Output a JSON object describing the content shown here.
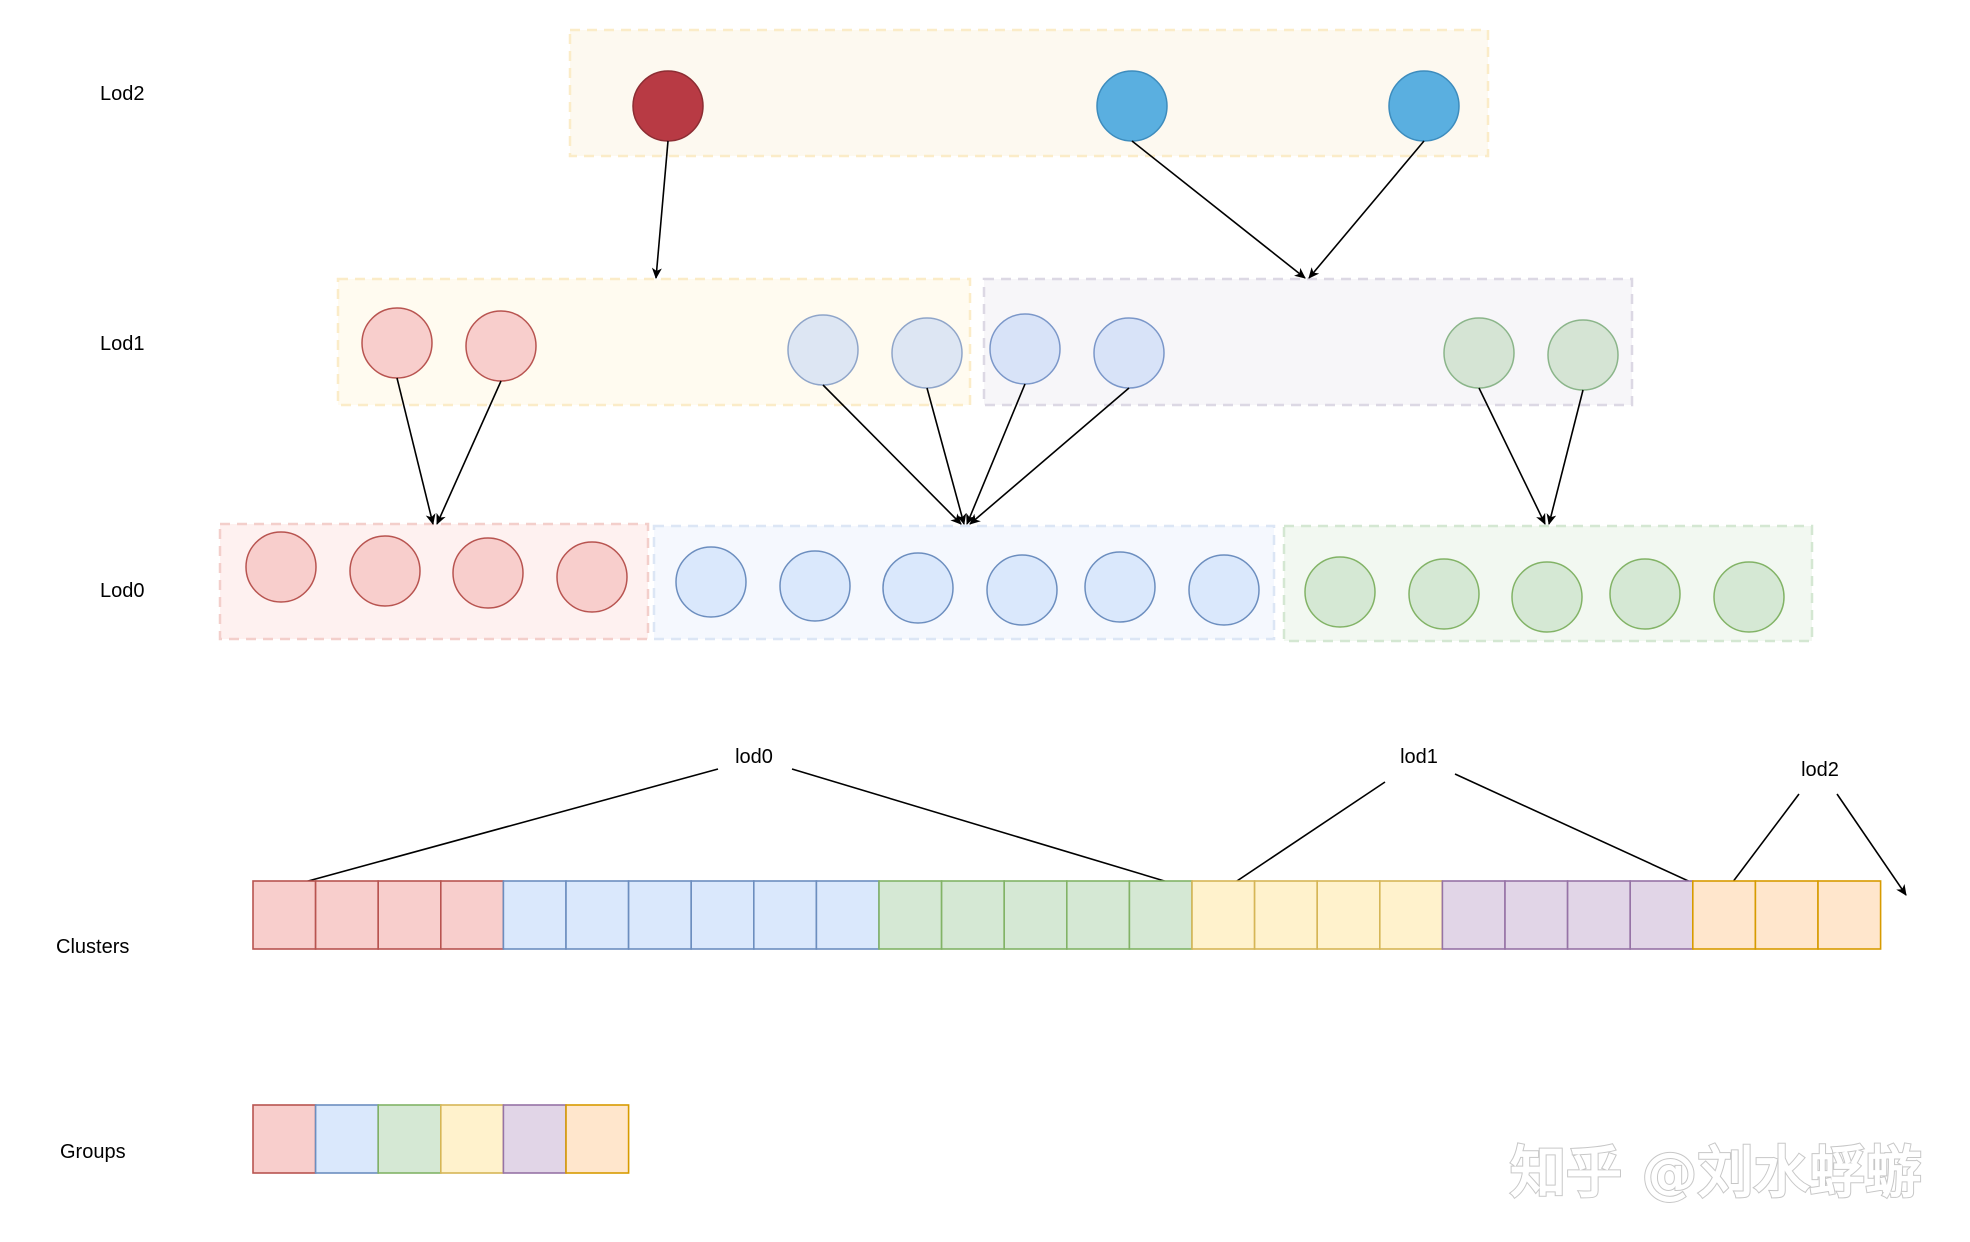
{
  "levels": {
    "lod2": "Lod2",
    "lod1": "Lod1",
    "lod0": "Lod0"
  },
  "arrays": {
    "clusters": "Clusters",
    "groups": "Groups"
  },
  "annotations": {
    "lod0": "lod0",
    "lod1": "lod1",
    "lod2": "lod2"
  },
  "watermark": "知乎 @刘水蜉蝣",
  "colors": {
    "red_fill": "#f8cecc",
    "red_stroke": "#b85450",
    "blue_fill": "#dae8fc",
    "blue_stroke": "#6c8ebf",
    "green_fill": "#d5e8d4",
    "green_stroke": "#82b366",
    "yellow_fill": "#fff2cc",
    "yellow_stroke": "#d6b656",
    "purple_fill": "#e1d5e7",
    "purple_stroke": "#9673a6",
    "orange_fill": "#ffe6cc",
    "orange_stroke": "#d79b00",
    "lod2_red": "#b83a44",
    "lod2_blue": "#5aafe0"
  },
  "clusters": [
    "red",
    "red",
    "red",
    "red",
    "blue",
    "blue",
    "blue",
    "blue",
    "blue",
    "blue",
    "green",
    "green",
    "green",
    "green",
    "green",
    "yellow",
    "yellow",
    "yellow",
    "yellow",
    "purple",
    "purple",
    "purple",
    "purple",
    "orange",
    "orange",
    "orange"
  ],
  "groups": [
    "red",
    "blue",
    "green",
    "yellow",
    "purple",
    "orange"
  ]
}
